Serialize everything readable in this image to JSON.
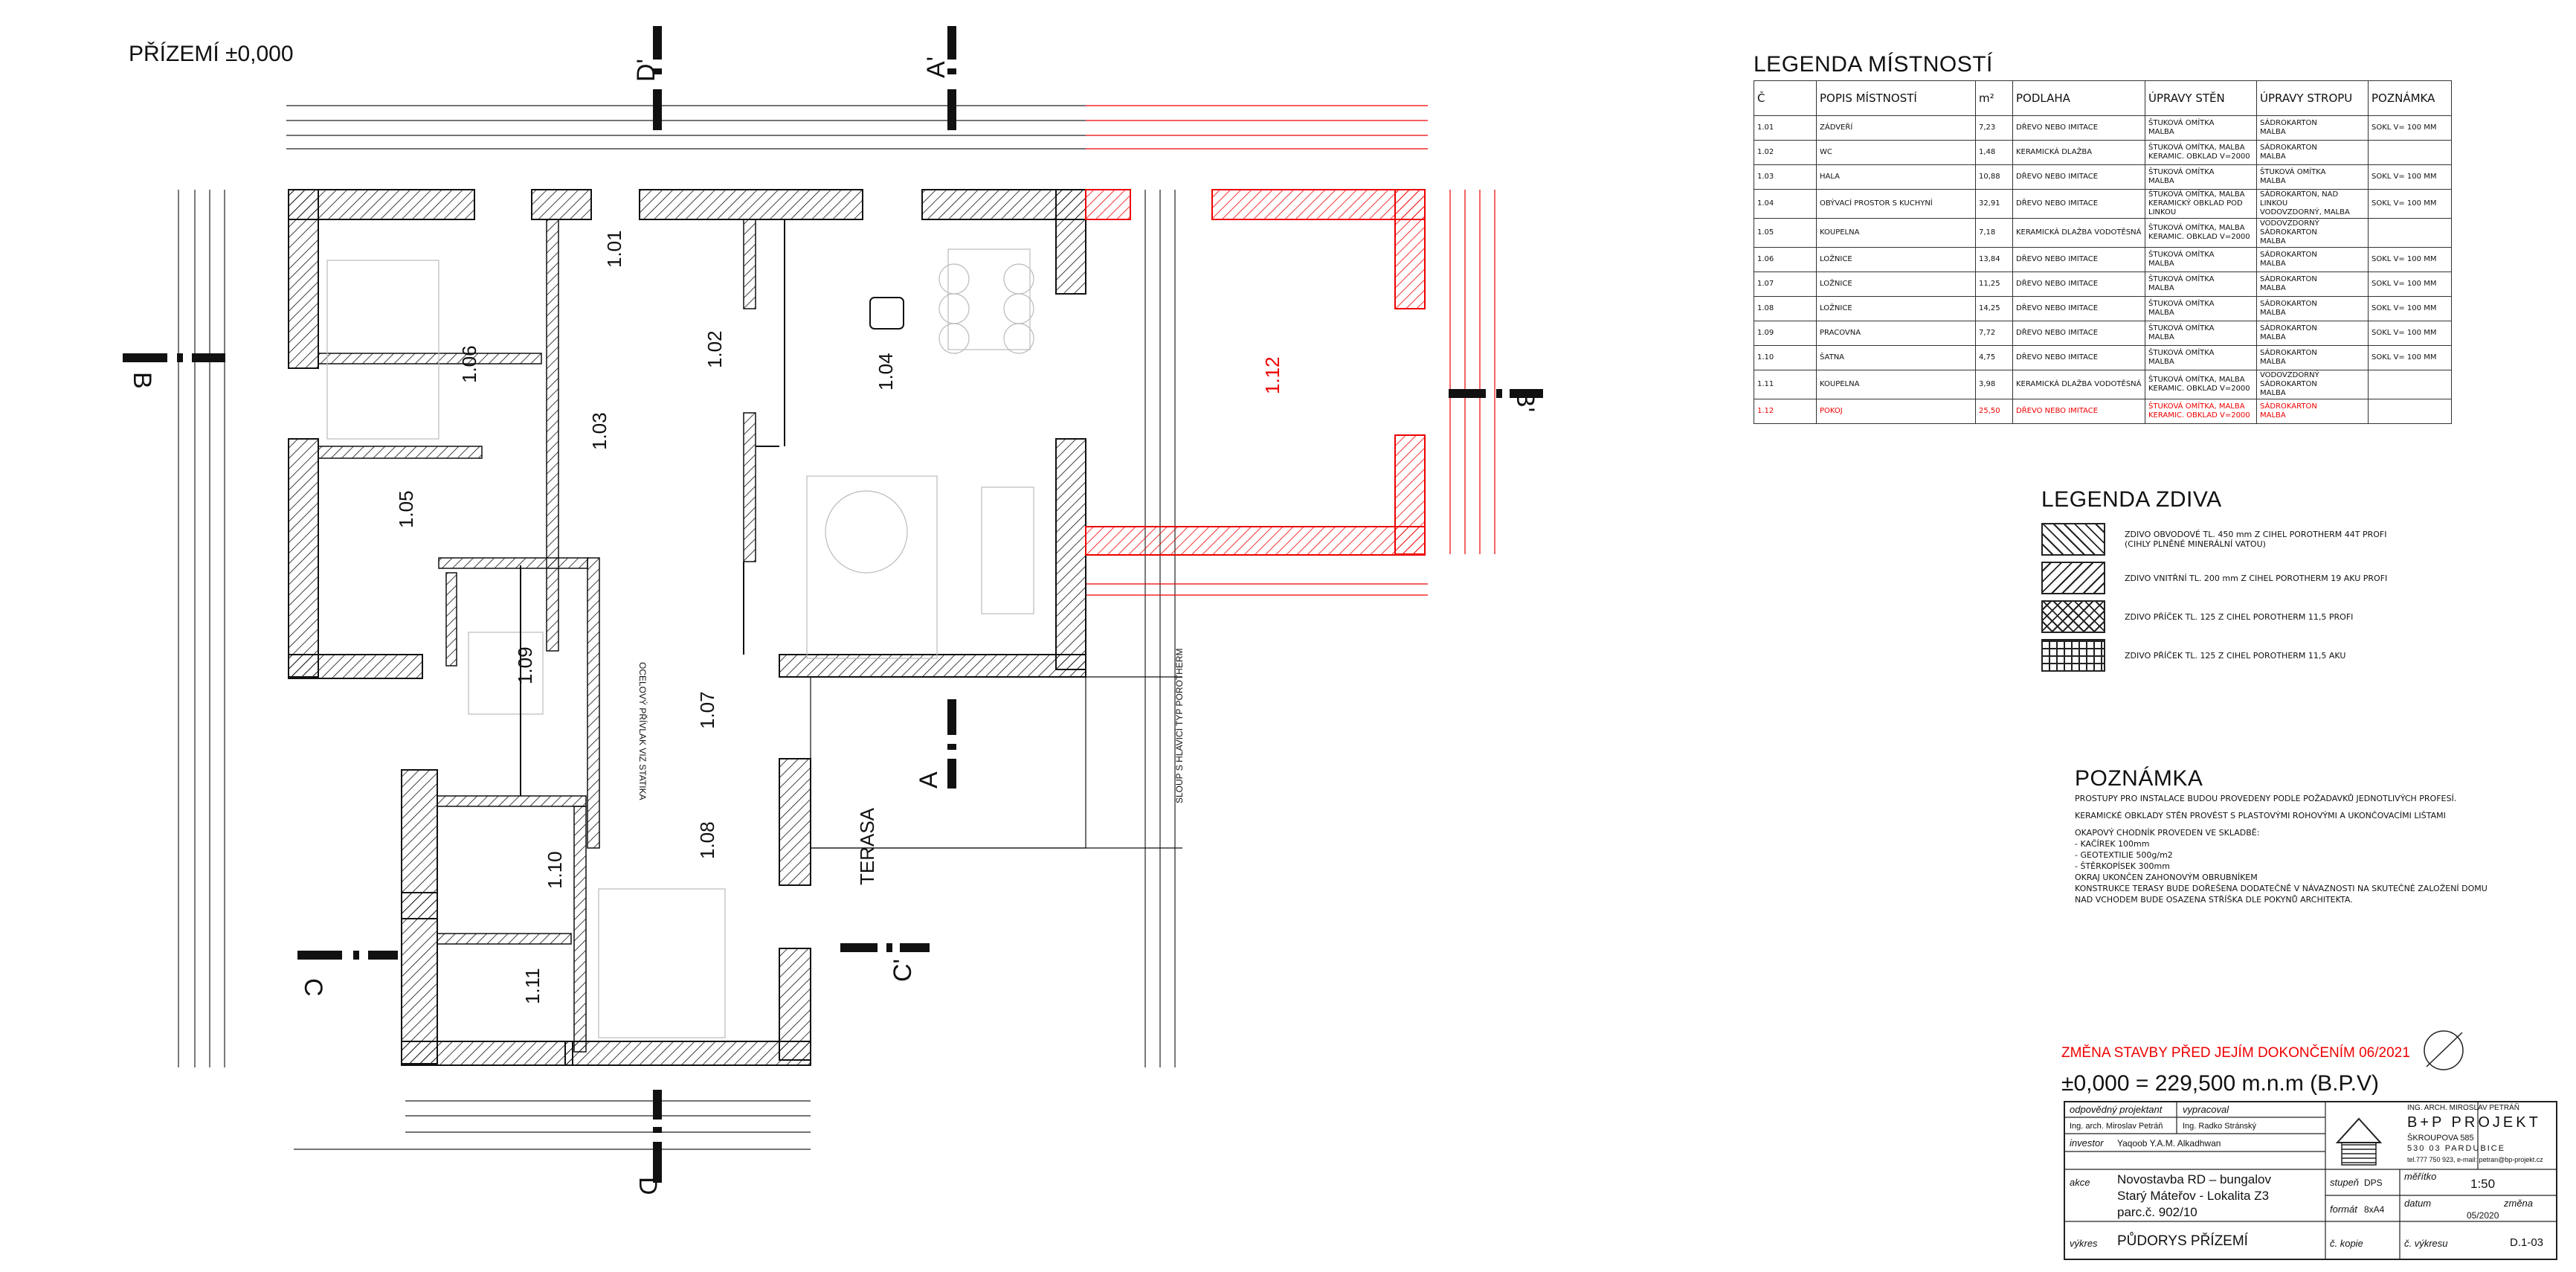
{
  "drawing": {
    "floor_title": "PŘÍZEMÍ ±0,000",
    "change_note": "ZMĚNA STAVBY PŘED JEJÍM DOKONČENÍM 06/2021",
    "elevation": "±0,000 = 229,500 m.n.m (B.P.V)",
    "terrace_label": "TERASA",
    "column_note": "SLOUP S HLAVICÍ TYP POROTHERM",
    "wall_note": "OCELOVÝ PŘÍVLAK VIZ STATIKA",
    "sections": [
      "A",
      "A'",
      "B",
      "B'",
      "C",
      "C'",
      "D",
      "D'"
    ],
    "room_labels": [
      "1.01",
      "1.02",
      "1.03",
      "1.04",
      "1.05",
      "1.06",
      "1.07",
      "1.08",
      "1.09",
      "1.10",
      "1.11",
      "1.12"
    ]
  },
  "room_legend": {
    "title": "LEGENDA MÍSTNOSTÍ",
    "headers": [
      "Č",
      "POPIS MÍSTNOSTÍ",
      "m²",
      "PODLAHA",
      "ÚPRAVY STĚN",
      "ÚPRAVY STROPU",
      "POZNÁMKA"
    ],
    "rows": [
      [
        "1.01",
        "ZÁDVEŘÍ",
        "7,23",
        "DŘEVO NEBO IMITACE",
        "ŠTUKOVÁ OMÍTKA\nMALBA",
        "SÁDROKARTON\nMALBA",
        "SOKL V= 100 MM"
      ],
      [
        "1.02",
        "WC",
        "1,48",
        "KERAMICKÁ DLAŽBA",
        "ŠTUKOVÁ OMÍTKA, MALBA\nKERAMIC. OBKLAD V=2000",
        "SÁDROKARTON\nMALBA",
        ""
      ],
      [
        "1.03",
        "HALA",
        "10,88",
        "DŘEVO NEBO IMITACE",
        "ŠTUKOVÁ OMÍTKA\nMALBA",
        "ŠTUKOVÁ OMÍTKA\nMALBA",
        "SOKL V= 100 MM"
      ],
      [
        "1.04",
        "OBÝVACÍ PROSTOR S KUCHYNÍ",
        "32,91",
        "DŘEVO NEBO IMITACE",
        "ŠTUKOVÁ OMÍTKA, MALBA\nKERAMICKÝ OBKLAD POD LINKOU",
        "SÁDROKARTON, NAD LINKOU\nVODOVZDORNÝ, MALBA",
        "SOKL V= 100 MM"
      ],
      [
        "1.05",
        "KOUPELNA",
        "7,18",
        "KERAMICKÁ DLAŽBA VODOTĚSNÁ",
        "ŠTUKOVÁ OMÍTKA, MALBA\nKERAMIC. OBKLAD V=2000",
        "VODOVZDORNÝ SÁDROKARTON\nMALBA",
        ""
      ],
      [
        "1.06",
        "LOŽNICE",
        "13,84",
        "DŘEVO NEBO IMITACE",
        "ŠTUKOVÁ OMÍTKA\nMALBA",
        "SÁDROKARTON\nMALBA",
        "SOKL V= 100 MM"
      ],
      [
        "1.07",
        "LOŽNICE",
        "11,25",
        "DŘEVO NEBO IMITACE",
        "ŠTUKOVÁ OMÍTKA\nMALBA",
        "SÁDROKARTON\nMALBA",
        "SOKL V= 100 MM"
      ],
      [
        "1.08",
        "LOŽNICE",
        "14,25",
        "DŘEVO NEBO IMITACE",
        "ŠTUKOVÁ OMÍTKA\nMALBA",
        "SÁDROKARTON\nMALBA",
        "SOKL V= 100 MM"
      ],
      [
        "1.09",
        "PRACOVNA",
        "7,72",
        "DŘEVO NEBO IMITACE",
        "ŠTUKOVÁ OMÍTKA\nMALBA",
        "SÁDROKARTON\nMALBA",
        "SOKL V= 100 MM"
      ],
      [
        "1.10",
        "ŠATNA",
        "4,75",
        "DŘEVO NEBO IMITACE",
        "ŠTUKOVÁ OMÍTKA\nMALBA",
        "SÁDROKARTON\nMALBA",
        "SOKL V= 100 MM"
      ],
      [
        "1.11",
        "KOUPELNA",
        "3,98",
        "KERAMICKÁ DLAŽBA VODOTĚSNÁ",
        "ŠTUKOVÁ OMÍTKA, MALBA\nKERAMIC. OBKLAD V=2000",
        "VODOVZDORNÝ SÁDROKARTON\nMALBA",
        ""
      ],
      [
        "1.12",
        "POKOJ",
        "25,50",
        "DŘEVO NEBO IMITACE",
        "ŠTUKOVÁ OMÍTKA, MALBA\nKERAMIC. OBKLAD V=2000",
        "SÁDROKARTON\nMALBA",
        ""
      ]
    ]
  },
  "wall_legend": {
    "title": "LEGENDA ZDIVA",
    "items": [
      "ZDIVO OBVODOVÉ TL. 450 mm Z CIHEL POROTHERM 44T PROFI\n(CIHLY PLNĚNÉ MINERÁLNÍ VATOU)",
      "ZDIVO VNITŘNÍ TL. 200 mm Z CIHEL POROTHERM 19 AKU PROFI",
      "ZDIVO PŘÍČEK TL. 125 Z CIHEL POROTHERM 11,5 PROFI",
      "ZDIVO PŘÍČEK TL. 125 Z CIHEL POROTHERM 11,5 AKU"
    ]
  },
  "notes": {
    "title": "POZNÁMKA",
    "lines": [
      "PROSTUPY PRO INSTALACE BUDOU PROVEDENY PODLE POŽADAVKŮ JEDNOTLIVÝCH PROFESÍ.",
      "KERAMICKÉ OBKLADY STĚN PROVÉST S PLASTOVÝMI ROHOVÝMI A UKONČOVACÍMI LIŠTAMI",
      "",
      "OKAPOVÝ CHODNÍK PROVEDEN VE SKLADBĚ:",
      "- KAČÍREK 100mm",
      "- GEOTEXTILIE 500g/m2",
      "- ŠTĚRKOPÍSEK 300mm",
      "OKRAJ UKONČEN ZAHONOVÝM OBRUBNÍKEM",
      "KONSTRUKCE TERASY BUDE DOŘEŠENA DODATEČNĚ V NÁVAZNOSTI NA SKUTEČNÉ ZALOŽENÍ DOMU",
      "NAD VCHODEM BUDE OSAZENA STŘÍŠKA DLE POKYNŮ ARCHITEKTA."
    ]
  },
  "title_block": {
    "label_responsible": "odpovědný projektant",
    "label_prepared": "vypracoval",
    "responsible": "Ing. arch. Miroslav Petráň",
    "prepared": "Ing. Radko Stránský",
    "label_investor": "investor",
    "investor": "Yaqoob Y.A.M. Alkadhwan",
    "label_action": "akce",
    "action_1": "Novostavba RD – bungalov",
    "action_2": "Starý Máteřov - Lokalita Z3",
    "action_3": "parc.č. 902/10",
    "label_drawing": "výkres",
    "drawing": "PŮDORYS PŘÍZEMÍ",
    "company_head": "ING. ARCH. MIROSLAV PETRÁŇ",
    "company": "B+P PROJEKT",
    "address_1": "ŠKROUPOVA 585",
    "address_2": "530 03 PARDUBICE",
    "contact": "tel.777 750 923, e-mail: petran@bp-projekt.cz",
    "label_stage": "stupeň",
    "stage": "DPS",
    "label_scale": "měřítko",
    "scale": "1:50",
    "label_format": "formát",
    "format": "8xA4",
    "label_date": "datum",
    "date": "05/2020",
    "label_change": "změna",
    "label_copy": "č. kopie",
    "label_sheet": "č. výkresu",
    "sheet": "D.1-03"
  }
}
